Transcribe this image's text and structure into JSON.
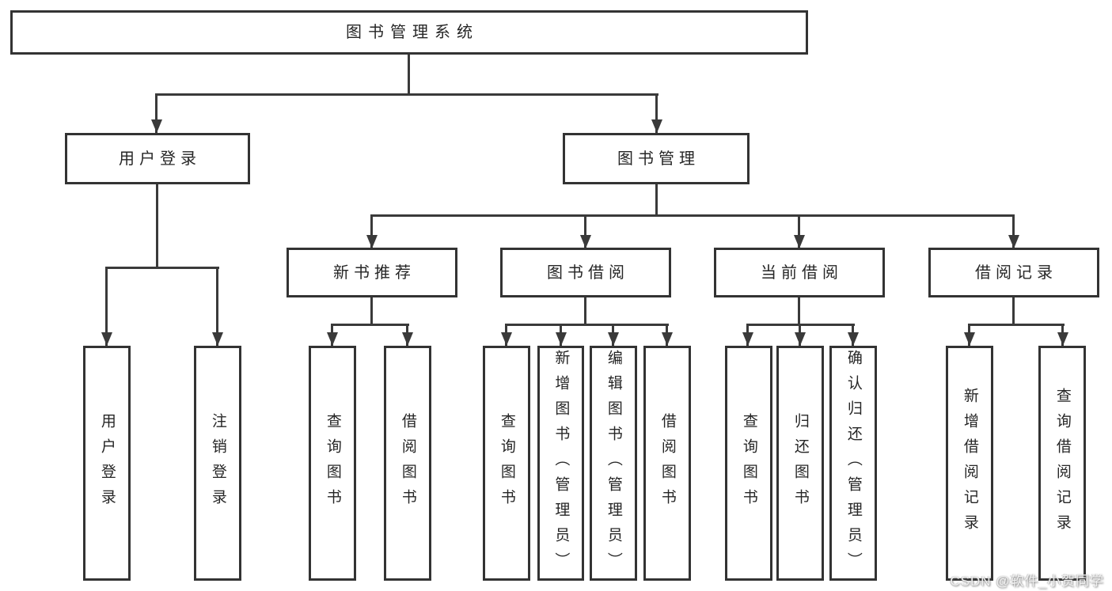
{
  "tree": {
    "label": "图书管理系统",
    "children": [
      {
        "label": "用户登录",
        "children": [
          {
            "label": "用户登录"
          },
          {
            "label": "注销登录"
          }
        ]
      },
      {
        "label": "图书管理",
        "children": [
          {
            "label": "新书推荐",
            "children": [
              {
                "label": "查询图书"
              },
              {
                "label": "借阅图书"
              }
            ]
          },
          {
            "label": "图书借阅",
            "children": [
              {
                "label": "查询图书"
              },
              {
                "label": "新增图书（管理员）"
              },
              {
                "label": "编辑图书（管理员）"
              },
              {
                "label": "借阅图书"
              }
            ]
          },
          {
            "label": "当前借阅",
            "children": [
              {
                "label": "查询图书"
              },
              {
                "label": "归还图书"
              },
              {
                "label": "确认归还（管理员）"
              }
            ]
          },
          {
            "label": "借阅记录",
            "children": [
              {
                "label": "新增借阅记录"
              },
              {
                "label": "查询借阅记录"
              }
            ]
          }
        ]
      }
    ]
  },
  "watermark": {
    "text": "CSDN @软件_小贺同学"
  },
  "colors": {
    "background": "#ffffff",
    "box_border": "#333333",
    "connector_line": "#3a3a3a",
    "text": "#262626",
    "watermark": "#f0f0f0"
  }
}
